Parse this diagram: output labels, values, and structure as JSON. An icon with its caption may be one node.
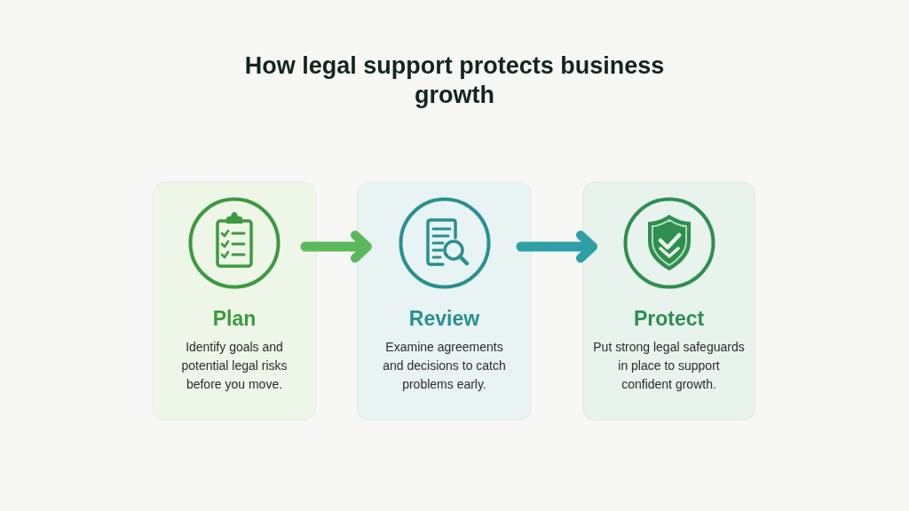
{
  "diagram": {
    "title": "How legal support protects business growth",
    "nodes": [
      {
        "text": [
          "Plan",
          "Identify goals and potential legal risks before you move."
        ]
      },
      {
        "text": [
          "Review",
          "Examine agreements and decisions to catch problems early."
        ]
      },
      {
        "text": [
          "Protect",
          "Put strong legal safeguards in place to support confident growth."
        ]
      }
    ],
    "edges": [
      {
        "from": 0,
        "to": 1,
        "arrow": "to",
        "color": "#5cb85c"
      },
      {
        "from": 1,
        "to": 2,
        "arrow": "to",
        "color": "#2e9fa6"
      }
    ]
  }
}
